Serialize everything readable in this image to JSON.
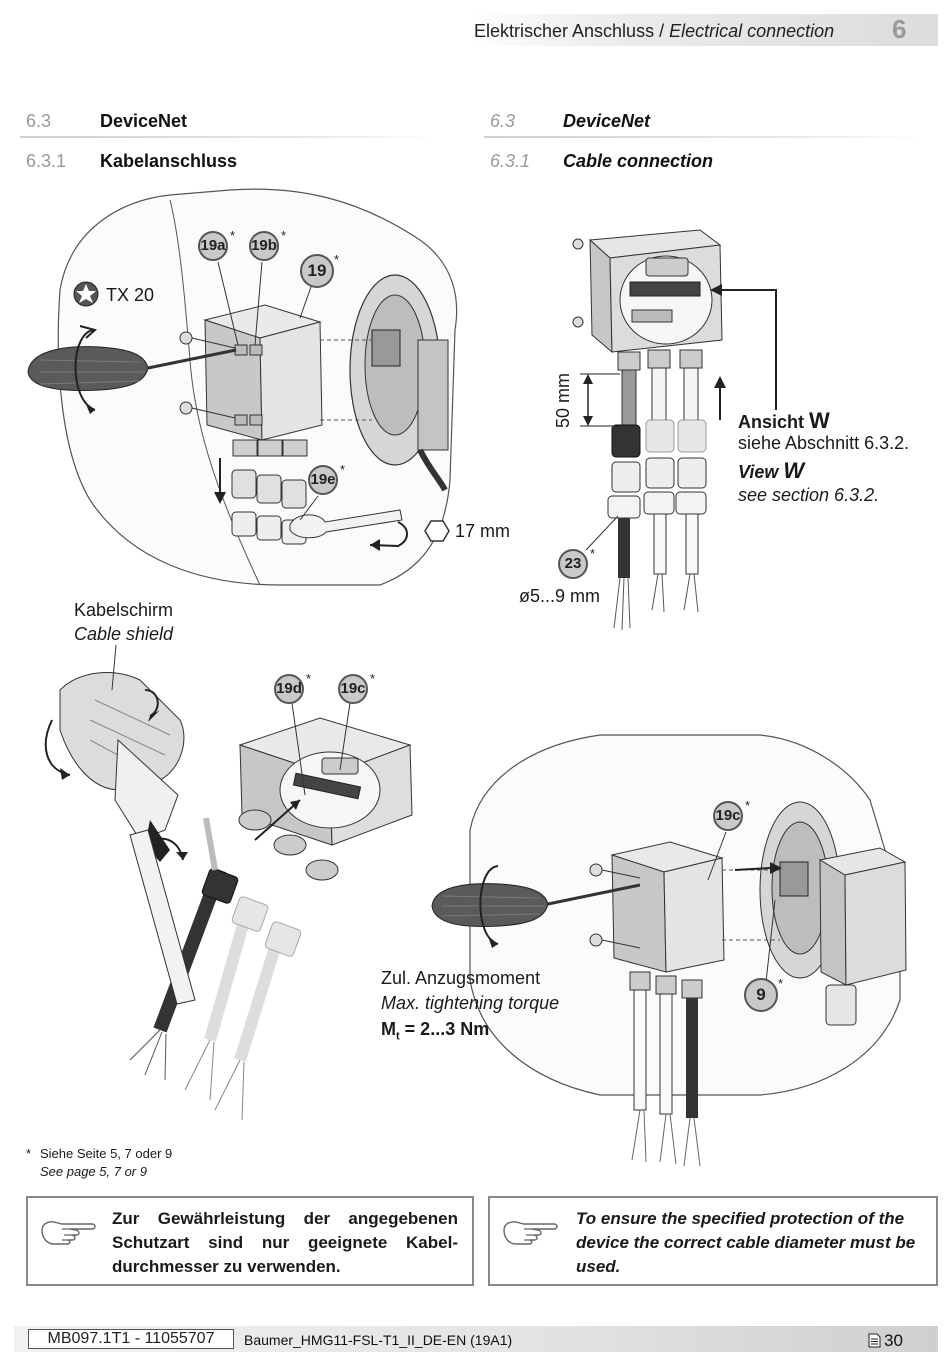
{
  "header": {
    "title_de": "Elektrischer Anschluss",
    "separator": " / ",
    "title_en": "Electrical connection",
    "chapter": "6"
  },
  "sections": {
    "de": {
      "s1_num": "6.3",
      "s1_title": "DeviceNet",
      "s2_num": "6.3.1",
      "s2_title": "Kabelanschluss"
    },
    "en": {
      "s1_num": "6.3",
      "s1_title": "DeviceNet",
      "s2_num": "6.3.1",
      "s2_title": "Cable connection"
    }
  },
  "figures": {
    "tool_label": "TX 20",
    "wrench_label": "17 mm",
    "callouts": {
      "c19a": "19a",
      "c19b": "19b",
      "c19": "19",
      "c19e": "19e",
      "c23": "23",
      "c19d": "19d",
      "c19c_left": "19c",
      "c19c_right": "19c",
      "c9": "9",
      "asterisk": "*"
    },
    "view": {
      "dim_50": "50 mm",
      "ansicht": "Ansicht",
      "w": "W",
      "siehe": "siehe Abschnitt 6.3.2.",
      "view": "View",
      "see": "see section 6.3.2.",
      "diameter": "ø5...9 mm"
    },
    "shield": {
      "de": "Kabelschirm",
      "en": "Cable shield"
    },
    "torque": {
      "de": "Zul. Anzugsmoment",
      "en": "Max. tightening torque",
      "symbol": "M",
      "subscript": "t",
      "value": " = 2...3 Nm"
    }
  },
  "footnote": {
    "marker": "*",
    "de": "Siehe Seite 5, 7 oder 9",
    "en": "See page 5, 7 or 9"
  },
  "notes": {
    "de": "Zur Gewährleistung der angegebenen Schutzart sind nur geeignete Kabel-durchmesser zu verwenden.",
    "en": "To ensure the specified protection of the device the correct cable diameter must be used.",
    "icon": "pointing-hand-icon"
  },
  "footer": {
    "doc_id": "MB097.1T1 - 11055707",
    "doc_name": "Baumer_HMG11-FSL-T1_II_DE-EN (19A1)",
    "page_icon": "page-icon",
    "page": "30"
  }
}
